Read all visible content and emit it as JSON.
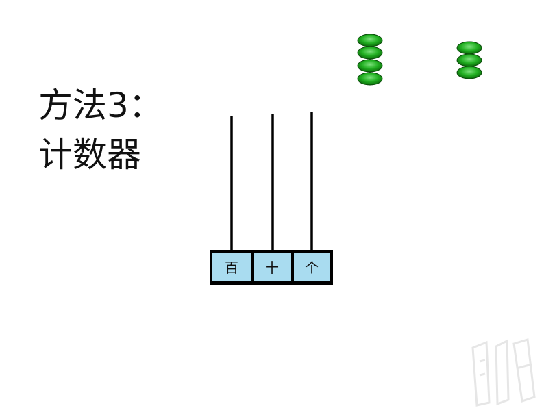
{
  "title": {
    "line1": "方法3：",
    "line2": "计数器"
  },
  "abacus": {
    "rods": [
      {
        "label": "百",
        "beads": 0
      },
      {
        "label": "十",
        "beads": 0
      },
      {
        "label": "个",
        "beads": 0
      }
    ],
    "loose_bead_groups": [
      {
        "count": 4
      },
      {
        "count": 3
      }
    ],
    "colors": {
      "bead": "#22b022",
      "bead_dark": "#0a6a0a",
      "label_fill": "#a9dcf0",
      "frame": "#000000"
    }
  }
}
